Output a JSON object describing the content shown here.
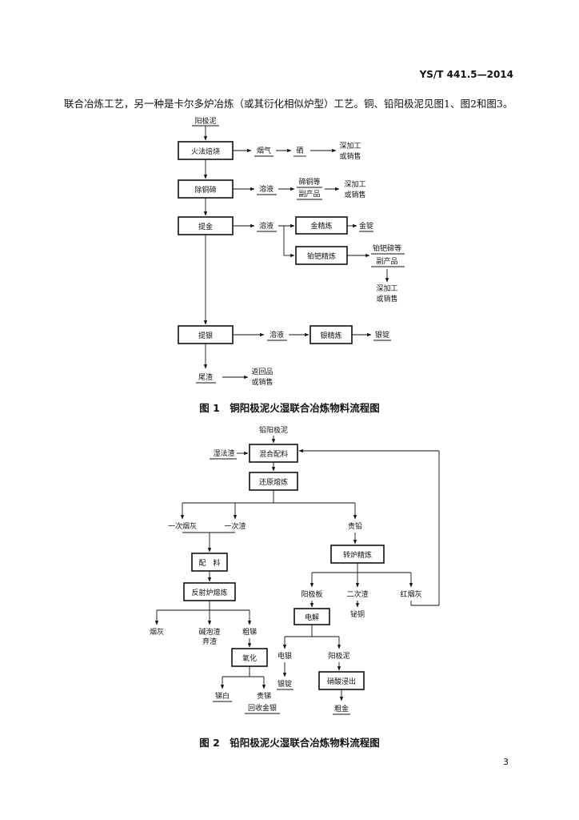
{
  "header": {
    "code": "YS/T 441.5—2014"
  },
  "intro": "联合冶炼工艺，另一种是卡尔多炉冶炼（或其衍化相似炉型）工艺。铜、铅阳极泥见图1、图2和图3。",
  "fig1": {
    "caption": "图 1　铜阳极泥火湿联合冶炼物料流程图",
    "input": "阳极泥",
    "box1": "火法焙烧",
    "b1_out": "烟气",
    "b1_out2": "硒",
    "b1_end": [
      "深加工",
      "或销售"
    ],
    "box2": "除铜碲",
    "b2_out": "溶液",
    "b2_prod": [
      "碲铜等",
      "副产品"
    ],
    "b2_end": [
      "深加工",
      "或销售"
    ],
    "box3": "提金",
    "b3_out": "溶液",
    "gold_box": "金精炼",
    "gold_prod": "金锭",
    "pdpt_box": "铂钯精炼",
    "pdpt_prod": [
      "铂钯碲等",
      "副产品"
    ],
    "pdpt_end": [
      "深加工",
      "或销售"
    ],
    "box4": "提银",
    "b4_out": "溶液",
    "silver_box": "银精炼",
    "silver_prod": "银锭",
    "tail": "尾渣",
    "tail_end": [
      "返回品",
      "或销售"
    ]
  },
  "fig2": {
    "caption": "图 2　铅阳极泥火湿联合冶炼物料流程图",
    "input": "铅阳极泥",
    "side_in": "湿法渣",
    "mix_box": "混合配料",
    "reduce_box": "还原熔炼",
    "out1": "一次烟灰",
    "out2": "一次渣",
    "out3": "贵铅",
    "batch_box": "配　料",
    "reverb_box": "反射炉熔炼",
    "r_out1": "烟灰",
    "r_out2": [
      "碱泡渣",
      "弃渣"
    ],
    "r_out3": "粗锑",
    "oxid_box": "氧化",
    "ox_out1": "锑白",
    "ox_out2": "贵锑",
    "ox_out3": "回收金银",
    "conv_box": "转炉精炼",
    "c_out1": "阳极板",
    "c_out2": "二次渣",
    "c_out2b": "铋铜",
    "c_out3": "红烟灰",
    "elec_box": "电解",
    "e_out1": "电银",
    "e_out1b": "银锭",
    "e_out2": "阳极泥",
    "nitric_box": "硝酸浸出",
    "crude_gold": "粗金"
  },
  "page_number": "3"
}
